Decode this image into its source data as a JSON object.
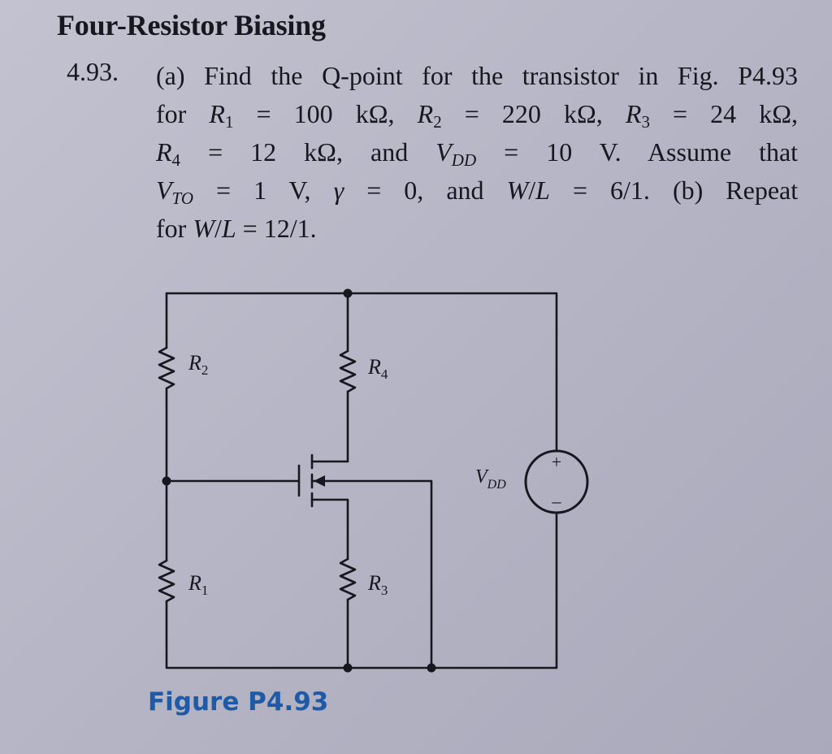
{
  "section_title": "Four-Resistor Biasing",
  "problem": {
    "number": "4.93.",
    "part_a_label": "(a)",
    "text_1": "Find the Q-point for the transistor in Fig. P4.93",
    "text_for": "for",
    "R1_value": "= 100 kΩ,",
    "R2_value": "= 220 kΩ,",
    "R3_value": "= 24 kΩ,",
    "R4_value": "= 12 kΩ,",
    "and": "and",
    "VDD_value": "= 10 V.",
    "assume": "Assume that",
    "VTO_value": "= 1 V,",
    "gamma_value": "= 0,",
    "and2": "and",
    "WL_value": "= 6/1.",
    "part_b": "(b) Repeat",
    "for2": "for",
    "WL_value_b": "= 12/1."
  },
  "circuit": {
    "R1_label": "R",
    "R1_sub": "1",
    "R2_label": "R",
    "R2_sub": "2",
    "R3_label": "R",
    "R3_sub": "3",
    "R4_label": "R",
    "R4_sub": "4",
    "VDD_label": "V",
    "VDD_sub": "DD",
    "plus_sign": "+",
    "minus_sign": "–"
  },
  "figure_caption": "Figure P4.93",
  "colors": {
    "caption": "#1e5aa5",
    "ink": "#17171f"
  }
}
